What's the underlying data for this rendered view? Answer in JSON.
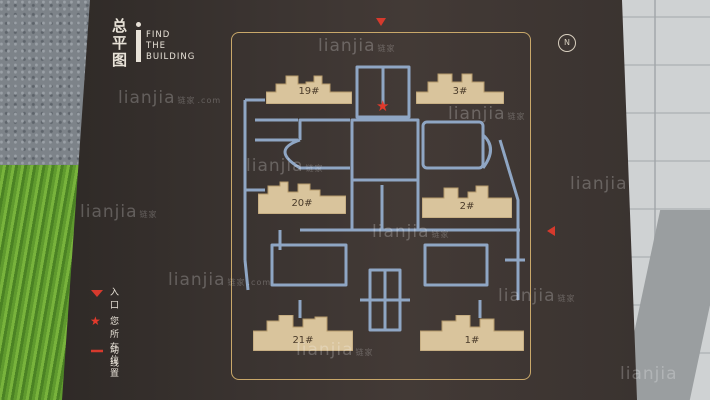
{
  "sign": {
    "title_cn": "总平图",
    "title_en_lines": [
      "FIND",
      "THE",
      "BUILDING"
    ],
    "compass_label": "N"
  },
  "buildings": [
    {
      "id": "b19",
      "label": "19#"
    },
    {
      "id": "b3",
      "label": "3#"
    },
    {
      "id": "b20",
      "label": "20#"
    },
    {
      "id": "b2",
      "label": "2#"
    },
    {
      "id": "b21",
      "label": "21#"
    },
    {
      "id": "b1",
      "label": "1#"
    }
  ],
  "legend": [
    {
      "icon": "entrance-arrow-icon",
      "text": "入口"
    },
    {
      "icon": "you-are-here-star-icon",
      "text": "您所在位置"
    },
    {
      "icon": "route-line-icon",
      "text": "动线"
    }
  ],
  "watermark": {
    "brand": "lianjia",
    "suffix": "链家",
    "domain": ".com"
  },
  "colors": {
    "board": "#3b3431",
    "frame": "#c9a86a",
    "path": "#8fa6c4",
    "building": "#d9c49c",
    "marker_red": "#d63a2d"
  }
}
